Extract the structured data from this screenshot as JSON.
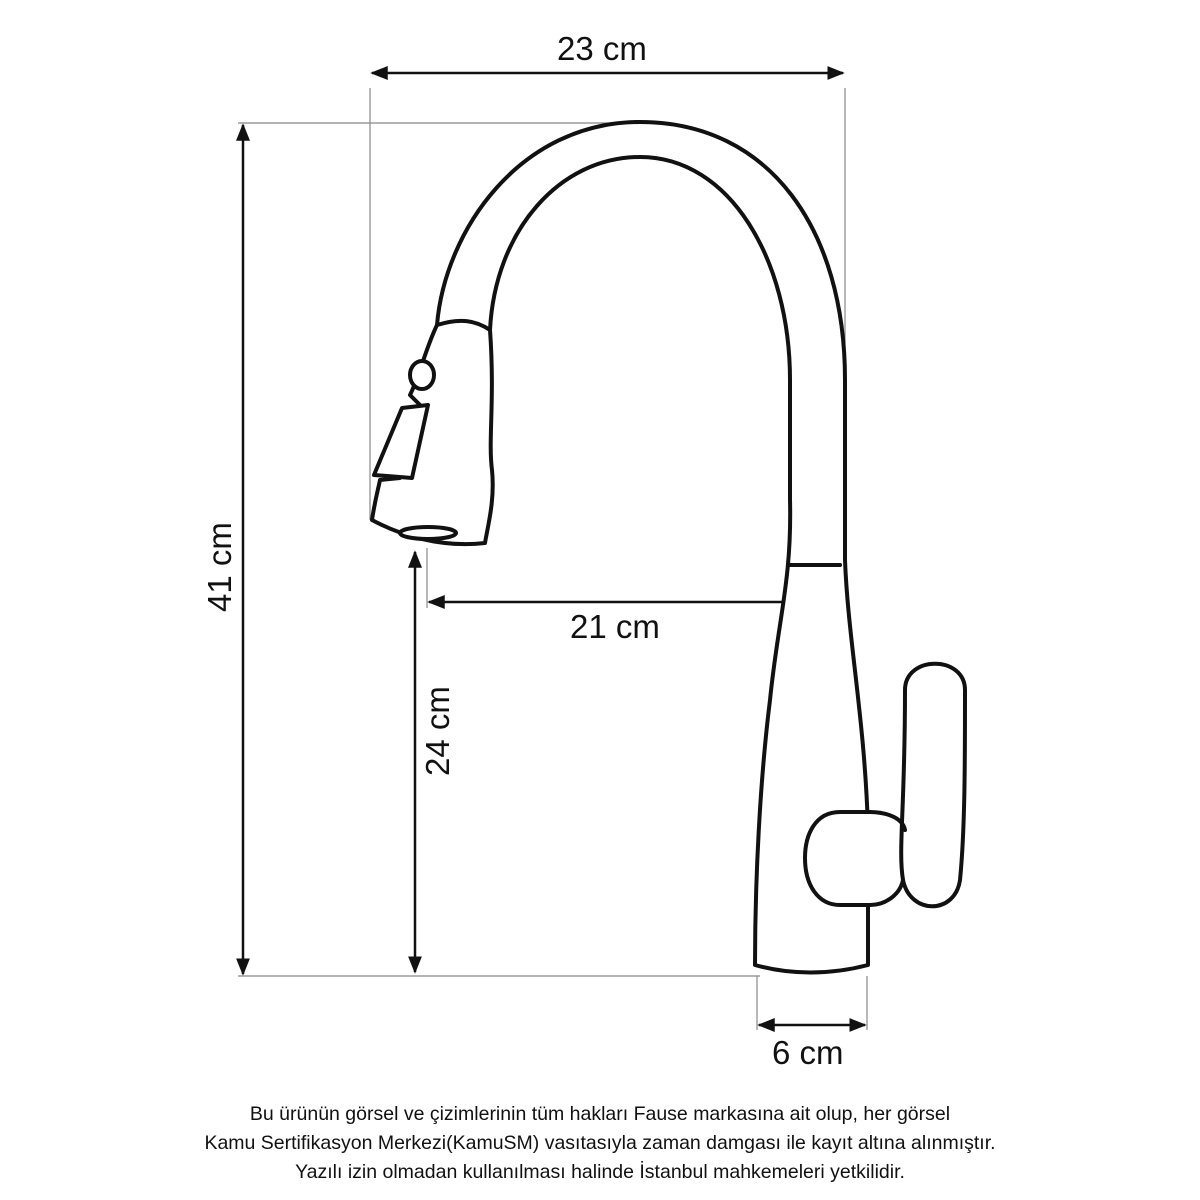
{
  "dimensions": {
    "total_width": "23 cm",
    "total_height": "41 cm",
    "spout_reach": "21 cm",
    "spout_height": "24 cm",
    "base_width": "6 cm"
  },
  "notice": {
    "line1": "Bu ürünün görsel ve çizimlerinin tüm hakları Fause markasına ait olup, her görsel",
    "line2": "Kamu Sertifikasyon Merkezi(KamuSM) vasıtasıyla zaman damgası ile kayıt altına alınmıştır.",
    "line3": "Yazılı izin olmadan kullanılması halinde İstanbul mahkemeleri yetkilidir."
  },
  "colors": {
    "line": "#111111",
    "ext_line": "#888888"
  }
}
